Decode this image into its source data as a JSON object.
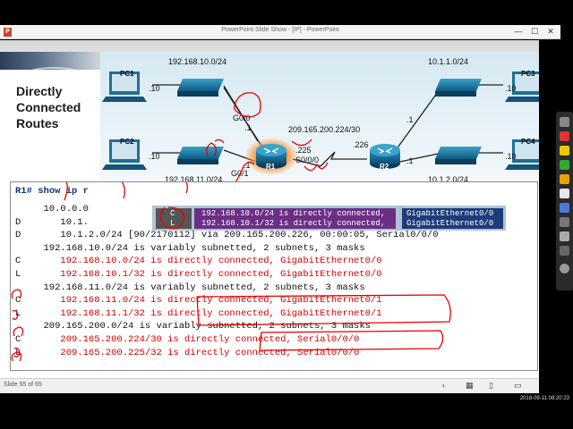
{
  "window": {
    "title": "PowerPoint Slide Show - [IP] - PowerPoint",
    "app_icon": "P",
    "minimize_glyph": "—",
    "maximize_glyph": "☐",
    "close_glyph": "✕"
  },
  "slide": {
    "title_lines": [
      "Directly",
      "Connected",
      "Routes"
    ]
  },
  "topology": {
    "routers": [
      {
        "label": "R1"
      },
      {
        "label": "R2"
      }
    ],
    "pcs": [
      {
        "label": "PC1"
      },
      {
        "label": "PC2"
      },
      {
        "label": "PC3"
      },
      {
        "label": "PC4"
      }
    ],
    "labels": {
      "net_top_left": "192.168.10.0/24",
      "net_bottom_left": "192.168.11.0/24",
      "net_top_right": "10.1.1.0/24",
      "net_bottom_right": "10.1.2.0/24",
      "net_serial": "209.165.200.224/30",
      "pc1_host": ".10",
      "pc2_host": ".10",
      "pc3_host": ".10",
      "pc4_host": ".10",
      "r1_g00": "G0/0",
      "r1_g00_host": ".1",
      "r1_g01": "G0/1",
      "r1_g01_host": ".1",
      "r1_s000_host": ".225",
      "r1_s000": "S0/0/0",
      "r2_serial_host": ".226",
      "r2_top_host": ".1",
      "r2_bottom_host": ".1"
    }
  },
  "cli": {
    "prompt": "R1#",
    "command": "show ip r",
    "lines": [
      {
        "code": "",
        "text": "    10.0.0.0",
        "color": "black"
      },
      {
        "code": "D",
        "text": "       10.1.",
        "color": "black"
      },
      {
        "code": "D",
        "text": "       10.1.2.0/24 [90/2170112] via 209.165.200.226, 00:00:05, Serial0/0/0",
        "color": "black"
      },
      {
        "code": "",
        "text": "    192.168.10.0/24 is variably subnetted, 2 subnets, 3 masks",
        "color": "black"
      },
      {
        "code": "C",
        "text": "       192.168.10.0/24 is directly connected, GigabitEthernet0/0",
        "color": "red"
      },
      {
        "code": "L",
        "text": "       192.168.10.1/32 is directly connected, GigabitEthernet0/0",
        "color": "red"
      },
      {
        "code": "",
        "text": "    192.168.11.0/24 is variably subnetted, 2 subnets, 3 masks",
        "color": "black"
      },
      {
        "code": "C",
        "text": "       192.168.11.0/24 is directly connected, GigabitEthernet0/1",
        "color": "red"
      },
      {
        "code": "L",
        "text": "       192.168.11.1/32 is directly connected, GigabitEthernet0/1",
        "color": "red"
      },
      {
        "code": "",
        "text": "    209.165.200.0/24 is variably subnetted, 2 subnets, 3 masks",
        "color": "black"
      },
      {
        "code": "C",
        "text": "       209.165.200.224/30 is directly connected, Serial0/0/0",
        "color": "red"
      },
      {
        "code": "L",
        "text": "       209.165.200.225/32 is directly connected, Serial0/0/0",
        "color": "red"
      }
    ]
  },
  "callout": {
    "codes": [
      "C",
      "L"
    ],
    "routes": [
      "192.168.10.0/24 is directly connected,",
      "192.168.10.1/32 is directly connected,"
    ],
    "interfaces": [
      "GigabitEthernet0/0",
      "GigabitEthernet0/0"
    ]
  },
  "statusbar": {
    "slide_counter": "Slide 55 of 65"
  },
  "taskbar": {
    "clock": "2018-09-11  08:20:23"
  },
  "colors": {
    "cli_red": "#d40000",
    "annotation_red": "#e60000",
    "callout_purple": "#6b2f86",
    "callout_blue": "#1e3c7a",
    "router_glow": "#ff8c2a"
  }
}
